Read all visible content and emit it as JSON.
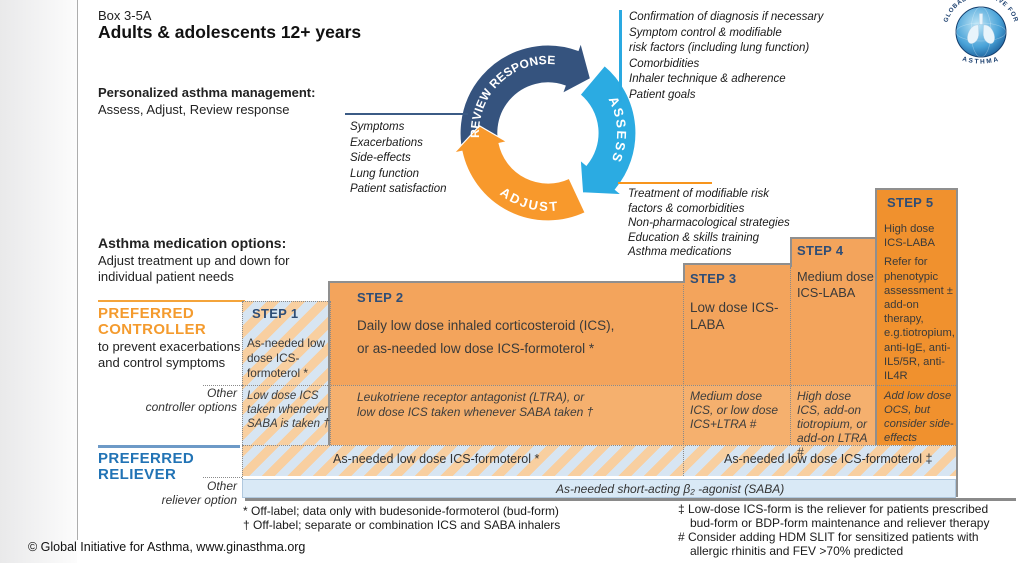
{
  "header": {
    "box_label": "Box 3-5A",
    "title": "Adults & adolescents 12+ years",
    "personalized_bold": "Personalized asthma management:",
    "personalized_sub": "Assess, Adjust, Review response"
  },
  "logo": {
    "arc_text": "GLOBAL INITIATIVE FOR",
    "bottom_text": "ASTHMA"
  },
  "cycle": {
    "review_label": "REVIEW RESPONSE",
    "assess_label": "ASSESS",
    "adjust_label": "ADJUST",
    "assess_list": [
      "Confirmation of diagnosis if necessary",
      "Symptom control & modifiable",
      "risk factors (including lung function)",
      "Comorbidities",
      "Inhaler technique & adherence",
      "Patient goals"
    ],
    "review_list": [
      "Symptoms",
      "Exacerbations",
      "Side-effects",
      "Lung function",
      "Patient satisfaction"
    ],
    "adjust_list": [
      "Treatment of modifiable risk",
      "factors & comorbidities",
      "Non-pharmacological strategies",
      "Education & skills training",
      "Asthma medications"
    ]
  },
  "left_panel": {
    "options_bold": "Asthma medication options:",
    "options_line1": "Adjust treatment up and down for",
    "options_line2": "individual patient needs",
    "pref_controller_1": "PREFERRED",
    "pref_controller_2": "CONTROLLER",
    "controller_desc_1": "to prevent exacerbations",
    "controller_desc_2": "and control symptoms",
    "other_controller_1": "Other",
    "other_controller_2": "controller options",
    "pref_reliever_1": "PREFERRED",
    "pref_reliever_2": "RELIEVER",
    "other_reliever_1": "Other",
    "other_reliever_2": "reliever option"
  },
  "steps": {
    "step1": {
      "label": "STEP 1",
      "main": "As-needed low dose ICS-formoterol *",
      "other": "Low dose ICS taken whenever SABA is taken †"
    },
    "step2": {
      "label": "STEP 2",
      "main1": "Daily low dose inhaled corticosteroid (ICS),",
      "main2": "or as-needed low dose ICS-formoterol *",
      "other1": "Leukotriene receptor antagonist (LTRA), or",
      "other2": "low dose ICS taken whenever SABA taken †"
    },
    "step3": {
      "label": "STEP 3",
      "main": "Low dose ICS-LABA",
      "other": "Medium dose ICS, or low dose ICS+LTRA #"
    },
    "step4": {
      "label": "STEP 4",
      "main": "Medium dose ICS-LABA",
      "other": "High dose ICS, add-on tiotropium, or add-on LTRA #"
    },
    "step5": {
      "label": "STEP 5",
      "main1": "High dose ICS-LABA",
      "main2": "Refer for phenotypic assessment ± add-on therapy, e.g.tiotropium, anti-IgE, anti-IL5/5R, anti-IL4R",
      "other": "Add low dose OCS, but consider side-effects"
    }
  },
  "reliever_row": {
    "left": "As-needed low dose ICS-formoterol *",
    "right": "As-needed low dose ICS-formoterol ‡",
    "saba": "As-needed short-acting β₂ -agonist (SABA)"
  },
  "footnotes": {
    "left": [
      "*  Off-label; data only with budesonide-formoterol (bud-form)",
      "† Off-label; separate or combination ICS and SABA inhalers"
    ],
    "right": [
      "‡ Low-dose ICS-form is the reliever for patients prescribed",
      "bud-form or BDP-form maintenance and reliever therapy",
      "# Consider adding HDM SLIT for sensitized patients with",
      "allergic rhinitis and FEV  >70% predicted"
    ]
  },
  "footer": {
    "copyright": "© Global Initiative for Asthma, www.ginasthma.org"
  },
  "colors": {
    "navy": "#2e4d76",
    "cycle_navy": "#35537e",
    "cycle_blue": "#2babe2",
    "cycle_orange": "#f8992c",
    "step_orange": "#f3a45c",
    "step_orange_light": "#f5b06e",
    "step5_orange": "#f0912e",
    "stripe_orange": "#f8cfa0",
    "stripe_blue": "#d7e5f2",
    "saba_blue": "#d9e9f6",
    "controller_orange": "#f49b2e",
    "reliever_blue": "#2173b5"
  }
}
